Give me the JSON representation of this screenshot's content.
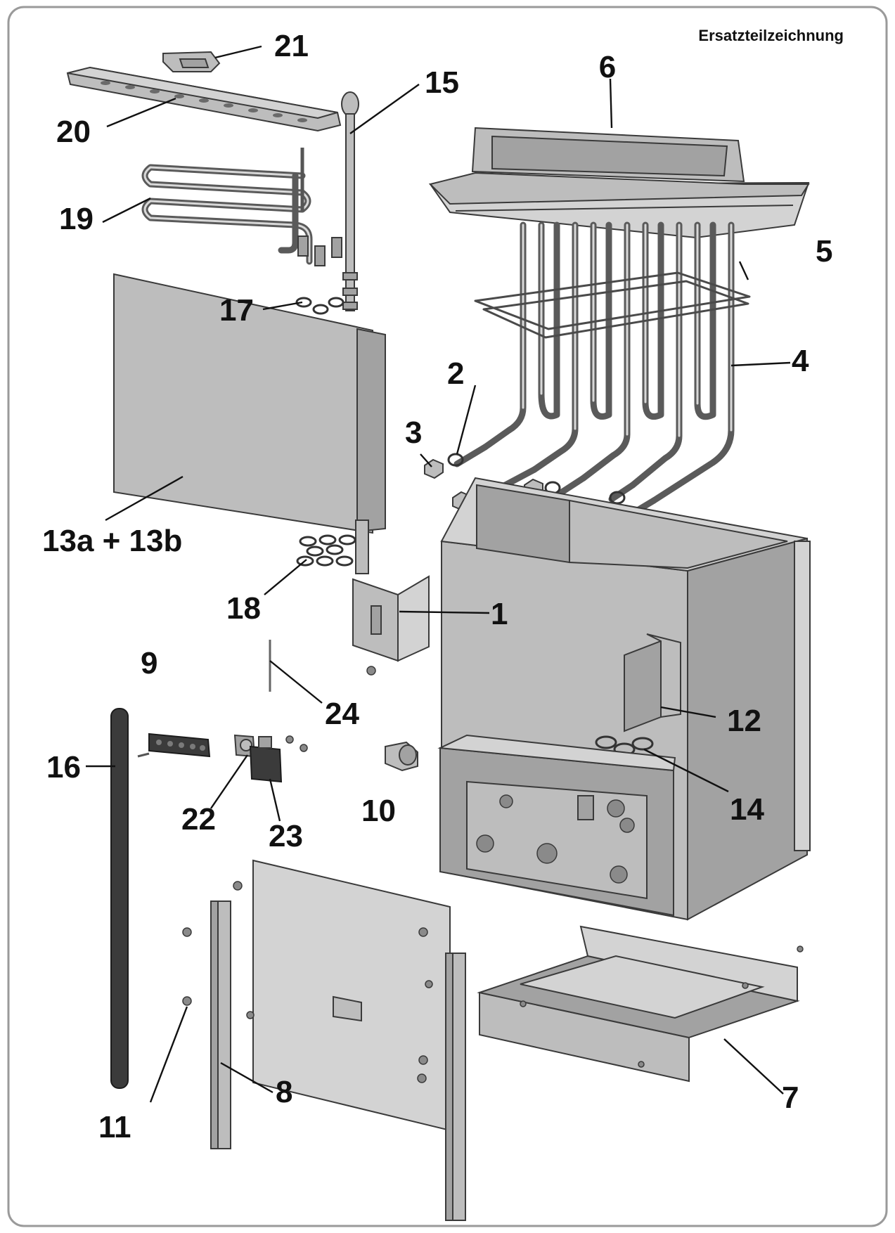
{
  "title": "Ersatzteilzeichnung",
  "labels": {
    "p1": "1",
    "p2": "2",
    "p3": "3",
    "p4": "4",
    "p5": "5",
    "p6": "6",
    "p7": "7",
    "p8": "8",
    "p9": "9",
    "p10": "10",
    "p11": "11",
    "p12": "12",
    "p13": "13a + 13b",
    "p14": "14",
    "p15": "15",
    "p16": "16",
    "p17": "17",
    "p18": "18",
    "p19": "19",
    "p20": "20",
    "p21": "21",
    "p22": "22",
    "p23": "23",
    "p24": "24"
  },
  "colors": {
    "frame": "#9a9a9a",
    "metal": "#bdbdbd",
    "ink": "#111111"
  }
}
